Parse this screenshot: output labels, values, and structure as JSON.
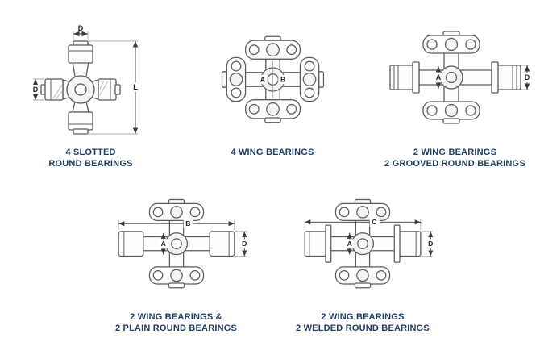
{
  "page": {
    "background": "#ffffff"
  },
  "colors": {
    "caption": "#1d3c5f",
    "drawing_line": "#575c60",
    "dimension": "#3a3a3a"
  },
  "diagrams": [
    {
      "name": "4-slotted-round-bearings",
      "caption": [
        "4 SLOTTED",
        "ROUND BEARINGS"
      ],
      "dims": {
        "top": "D",
        "left": "D",
        "length": "L"
      }
    },
    {
      "name": "4-wing-bearings",
      "caption": [
        "4 WING BEARINGS"
      ],
      "dims": {
        "a": "A",
        "b": "B"
      }
    },
    {
      "name": "2-wing-2-grooved-round-bearings",
      "caption": [
        "2 WING BEARINGS",
        "2 GROOVED ROUND BEARINGS"
      ],
      "dims": {
        "a": "A",
        "d": "D"
      }
    },
    {
      "name": "2-wing-2-plain-round-bearings",
      "caption": [
        "2 WING BEARINGS &",
        "2 PLAIN ROUND BEARINGS"
      ],
      "dims": {
        "a": "A",
        "b": "B",
        "d": "D"
      }
    },
    {
      "name": "2-wing-2-welded-round-bearings",
      "caption": [
        "2 WING BEARINGS",
        "2 WELDED ROUND BEARINGS"
      ],
      "dims": {
        "a": "A",
        "c": "C",
        "d": "D"
      }
    }
  ]
}
